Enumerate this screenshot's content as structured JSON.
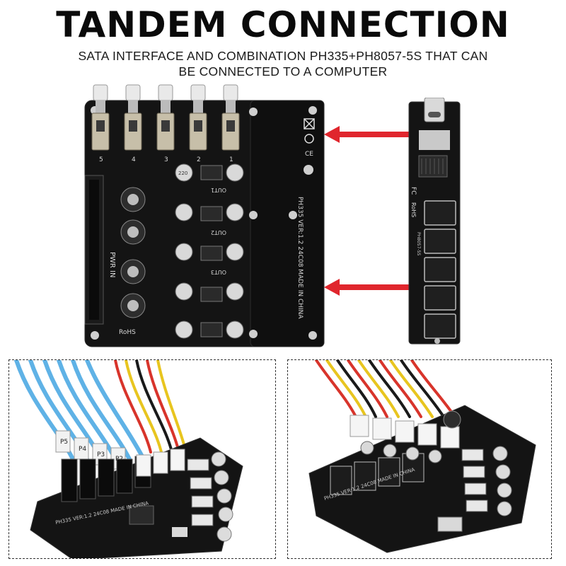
{
  "header": {
    "title": "TANDEM CONNECTION",
    "subtitle_line1": "SATA INTERFACE AND COMBINATION PH335+PH8057-5S THAT CAN",
    "subtitle_line2": "BE CONNECTED TO A COMPUTER"
  },
  "board": {
    "model_text": "PH335  VER:1.2  24C08  MADE IN CHINA",
    "pwr_label": "PWR IN",
    "rohs_label": "RoHS",
    "out_labels": [
      "OUT1",
      "OUT2",
      "OUT3"
    ],
    "port_numbers": [
      "5",
      "4",
      "3",
      "2",
      "1"
    ],
    "cap_text": "220"
  },
  "adapter": {
    "rohs_label": "RoHS",
    "model_text": "PH8057-5S"
  },
  "photo_left": {
    "cable_labels": [
      "P5",
      "P4",
      "P3",
      "P2"
    ],
    "model_text": "PH335  VER:1.2  24C08  MADE IN CHINA"
  },
  "photo_right": {
    "model_text": "PH335  VER:1.2  24C08  MADE IN CHINA"
  },
  "colors": {
    "pcb": "#141414",
    "arrow": "#e0262d",
    "sata_cable": "#5fb2e6",
    "wire_red": "#d8342b",
    "wire_yellow": "#e8c51f",
    "wire_black": "#1a1a1a"
  }
}
